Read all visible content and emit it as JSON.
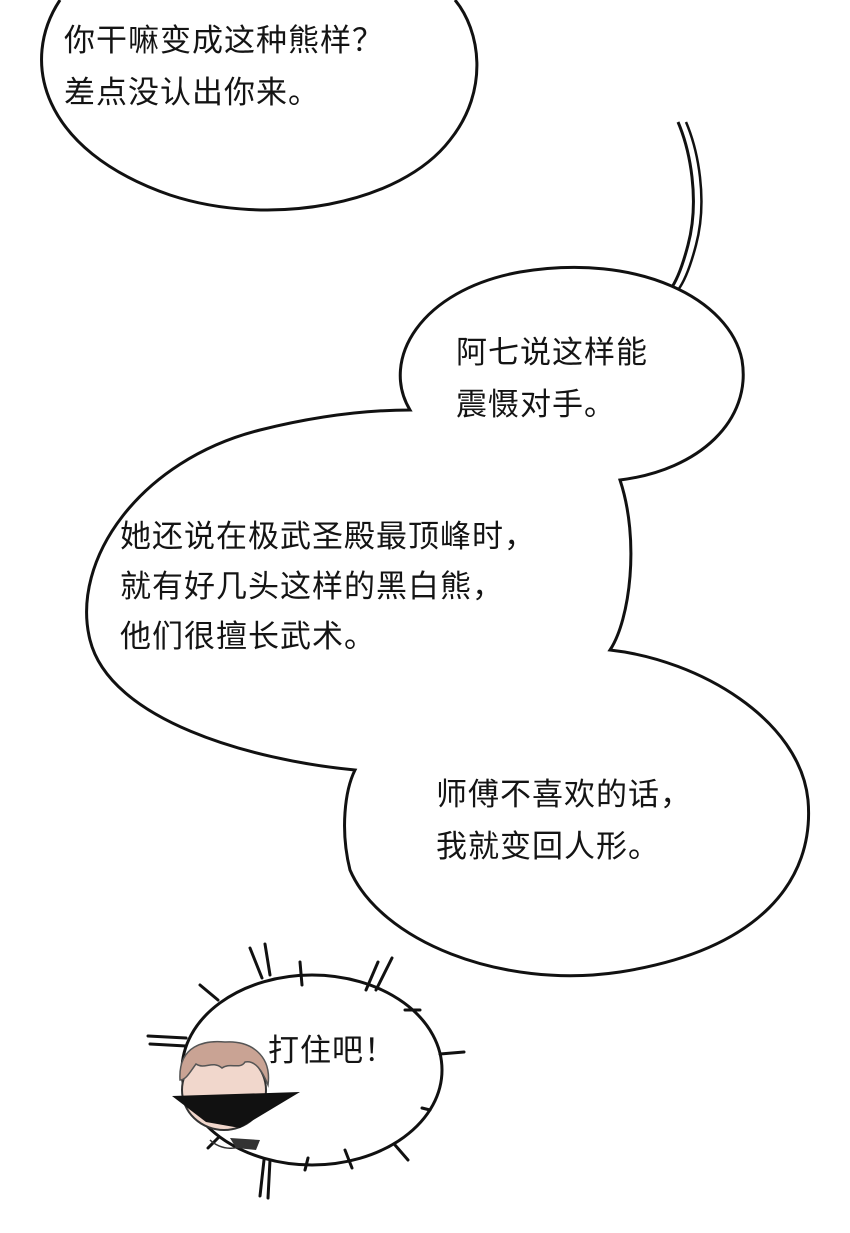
{
  "bubbles": {
    "b1": {
      "lines": [
        "你干嘛变成这种熊样？",
        "差点没认出你来。"
      ]
    },
    "b2": {
      "lines": [
        "阿七说这样能",
        "震慑对手。"
      ]
    },
    "b3": {
      "lines": [
        "她还说在极武圣殿最顶峰时，",
        "就有好几头这样的黑白熊，",
        "他们很擅长武术。"
      ]
    },
    "b4": {
      "lines": [
        "师傅不喜欢的话，",
        "我就变回人形。"
      ]
    },
    "b5": {
      "lines": [
        "打住吧！"
      ]
    }
  },
  "colors": {
    "ink": "#141414",
    "paper": "#ffffff",
    "hair": "#c9a394",
    "skin": "#f1d7cc"
  }
}
